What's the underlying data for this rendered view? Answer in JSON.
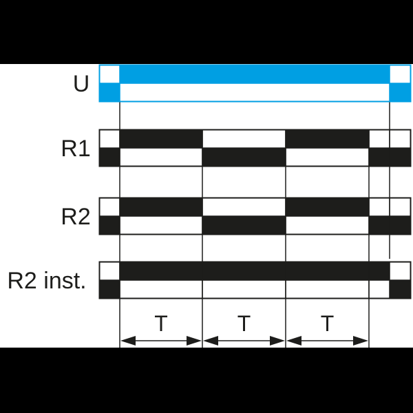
{
  "colors": {
    "supply": "#009fe3",
    "relay": "#1d1d1b",
    "background": "#ffffff"
  },
  "rows": [
    {
      "label": "U",
      "color": "supply",
      "states": [
        0,
        1,
        0
      ]
    },
    {
      "label": "R1",
      "color": "relay",
      "states": [
        0,
        1,
        0,
        1,
        0,
        0
      ]
    },
    {
      "label": "R2",
      "color": "relay",
      "states": [
        0,
        1,
        0,
        1,
        0,
        0
      ]
    },
    {
      "label": "R2 inst.",
      "color": "relay",
      "states": [
        0,
        1,
        1,
        1,
        1,
        0
      ]
    }
  ],
  "intervals": [
    "T",
    "T",
    "T"
  ]
}
